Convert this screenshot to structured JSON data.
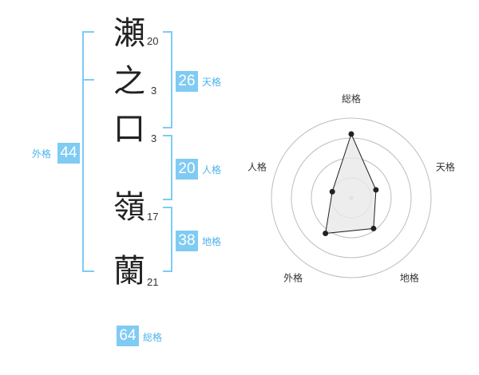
{
  "name_chars": [
    {
      "char": "瀬",
      "strokes": "20"
    },
    {
      "char": "之",
      "strokes": "3"
    },
    {
      "char": "口",
      "strokes": "3"
    },
    {
      "char": "嶺",
      "strokes": "17"
    },
    {
      "char": "蘭",
      "strokes": "21"
    }
  ],
  "scores": {
    "tenkaku": {
      "value": "26",
      "label": "天格"
    },
    "jinkaku": {
      "value": "20",
      "label": "人格"
    },
    "chikaku": {
      "value": "38",
      "label": "地格"
    },
    "gaikaku": {
      "value": "44",
      "label": "外格"
    },
    "soukaku": {
      "value": "64",
      "label": "総格"
    }
  },
  "colors": {
    "accent": "#7fcbf3",
    "accent_text": "#4cb3ea",
    "bracket": "#7fcbf3"
  },
  "chart_data": {
    "type": "radar",
    "axes": [
      "総格",
      "天格",
      "地格",
      "外格",
      "人格"
    ],
    "values": [
      64,
      26,
      38,
      44,
      20
    ]
  }
}
